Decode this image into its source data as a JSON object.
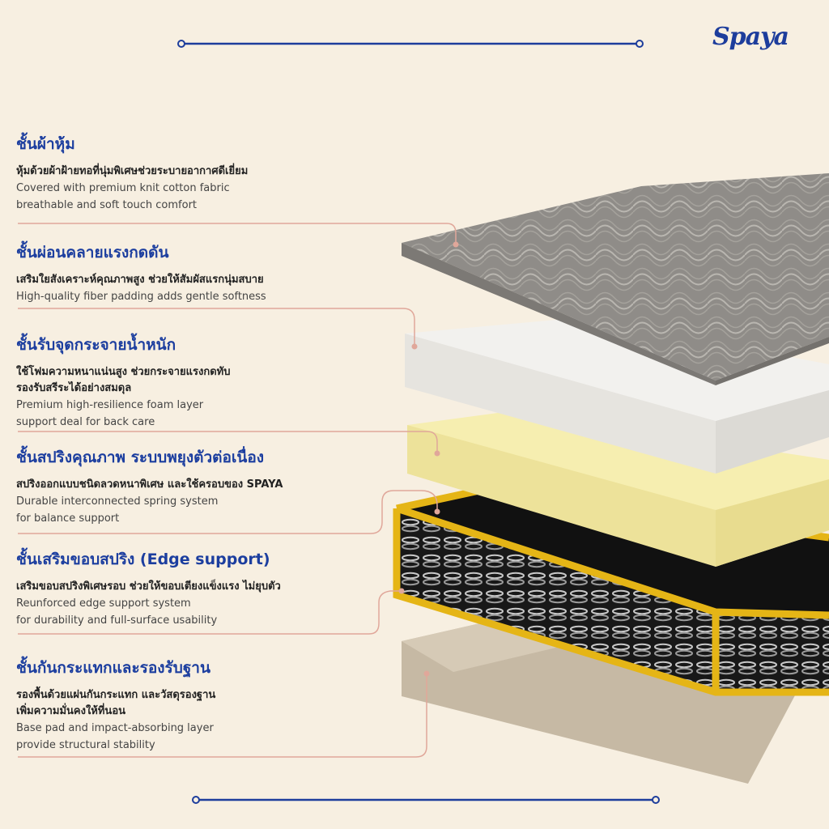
{
  "brand": {
    "logo_text": "Spaya",
    "accent": "#1d3d9c"
  },
  "colors": {
    "background": "#f7efe1",
    "heading": "#1c3e9f",
    "divider": "#1d3d9c",
    "leader": "#e0a79a",
    "frame": "#e5b516"
  },
  "layers": [
    {
      "title": "ชั้นผ้าหุ้ม",
      "thai": [
        "หุ้มด้วยผ้าฝ้ายทอที่นุ่มพิเศษช่วยระบายอากาศดีเยี่ยม"
      ],
      "english": [
        "Covered with premium knit cotton fabric",
        "breathable and soft touch comfort"
      ]
    },
    {
      "title": "ชั้นผ่อนคลายแรงกดดัน",
      "thai": [
        "เสริมใยสังเคราะห์คุณภาพสูง ช่วยให้สัมผัสแรกนุ่มสบาย"
      ],
      "english": [
        "High-quality fiber padding adds gentle softness"
      ]
    },
    {
      "title": "ชั้นรับจุดกระจายน้ำหนัก",
      "thai": [
        "ใช้โฟมความหนาแน่นสูง ช่วยกระจายแรงกดทับ",
        "รองรับสรีระได้อย่างสมดุล"
      ],
      "english": [
        "Premium high-resilience foam layer",
        "support deal for back care"
      ]
    },
    {
      "title": "ชั้นสปริงคุณภาพ ระบบพยุงตัวต่อเนื่อง",
      "thai": [
        "สปริงออกแบบชนิดลวดหนาพิเศษ และใช้ครอบของ SPAYA"
      ],
      "english": [
        "Durable interconnected spring system",
        "for balance support"
      ]
    },
    {
      "title": "ชั้นเสริมขอบสปริง (Edge support)",
      "thai": [
        "เสริมขอบสปริงพิเศษรอบ ช่วยให้ขอบเตียงแข็งแรง ไม่ยุบตัว"
      ],
      "english": [
        "Reunforced edge support system",
        "for durability and full-surface usability"
      ]
    },
    {
      "title": "ชั้นกันกระแทกและรองรับฐาน",
      "thai": [
        "รองพื้นด้วยแผ่นกันกระแทก และวัสดุรองฐาน",
        "เพิ่มความมั่นคงให้ที่นอน"
      ],
      "english": [
        "Base pad and impact-absorbing layer",
        "provide structural stability"
      ]
    }
  ]
}
